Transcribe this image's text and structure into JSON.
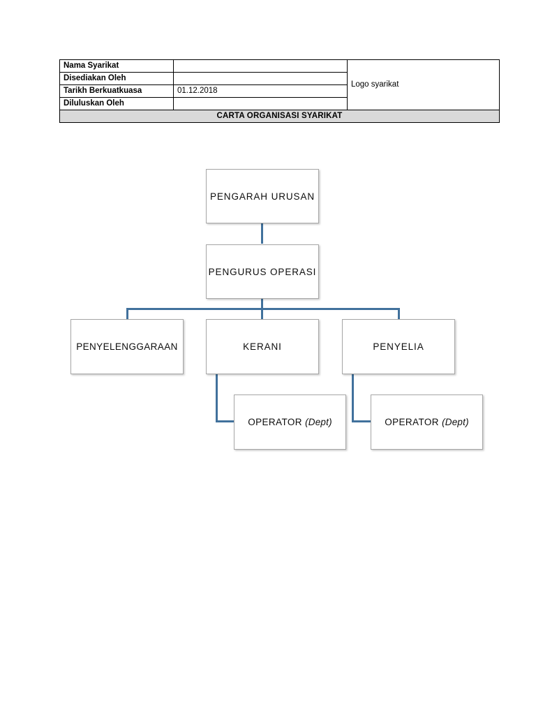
{
  "document": {
    "title": "Carta Organisasi Syarikat"
  },
  "header_table": {
    "rows": [
      {
        "label": "Nama Syarikat",
        "value": ""
      },
      {
        "label": "Disediakan Oleh",
        "value": ""
      },
      {
        "label": "Tarikh Berkuatkuasa",
        "value": "01.12.2018"
      },
      {
        "label": "Diluluskan Oleh",
        "value": ""
      }
    ],
    "logo_cell": "Logo syarikat",
    "banner": "CARTA ORGANISASI SYARIKAT",
    "banner_bg": "#d9d9d9"
  },
  "org_chart": {
    "connector_color": "#41719c",
    "box_border_color": "#a6a6a6",
    "nodes": {
      "pengarah_urusan": "PENGARAH URUSAN",
      "pengurus_operasi": "PENGURUS OPERASI",
      "penyelenggaraan": "PENYELENGGARAAN",
      "kerani": "KERANI",
      "penyelia": "PENYELIA",
      "operator_kerani": {
        "role": "OPERATOR ",
        "dept": "(Dept)"
      },
      "operator_penyelia": {
        "role": "OPERATOR ",
        "dept": "(Dept)"
      }
    }
  }
}
